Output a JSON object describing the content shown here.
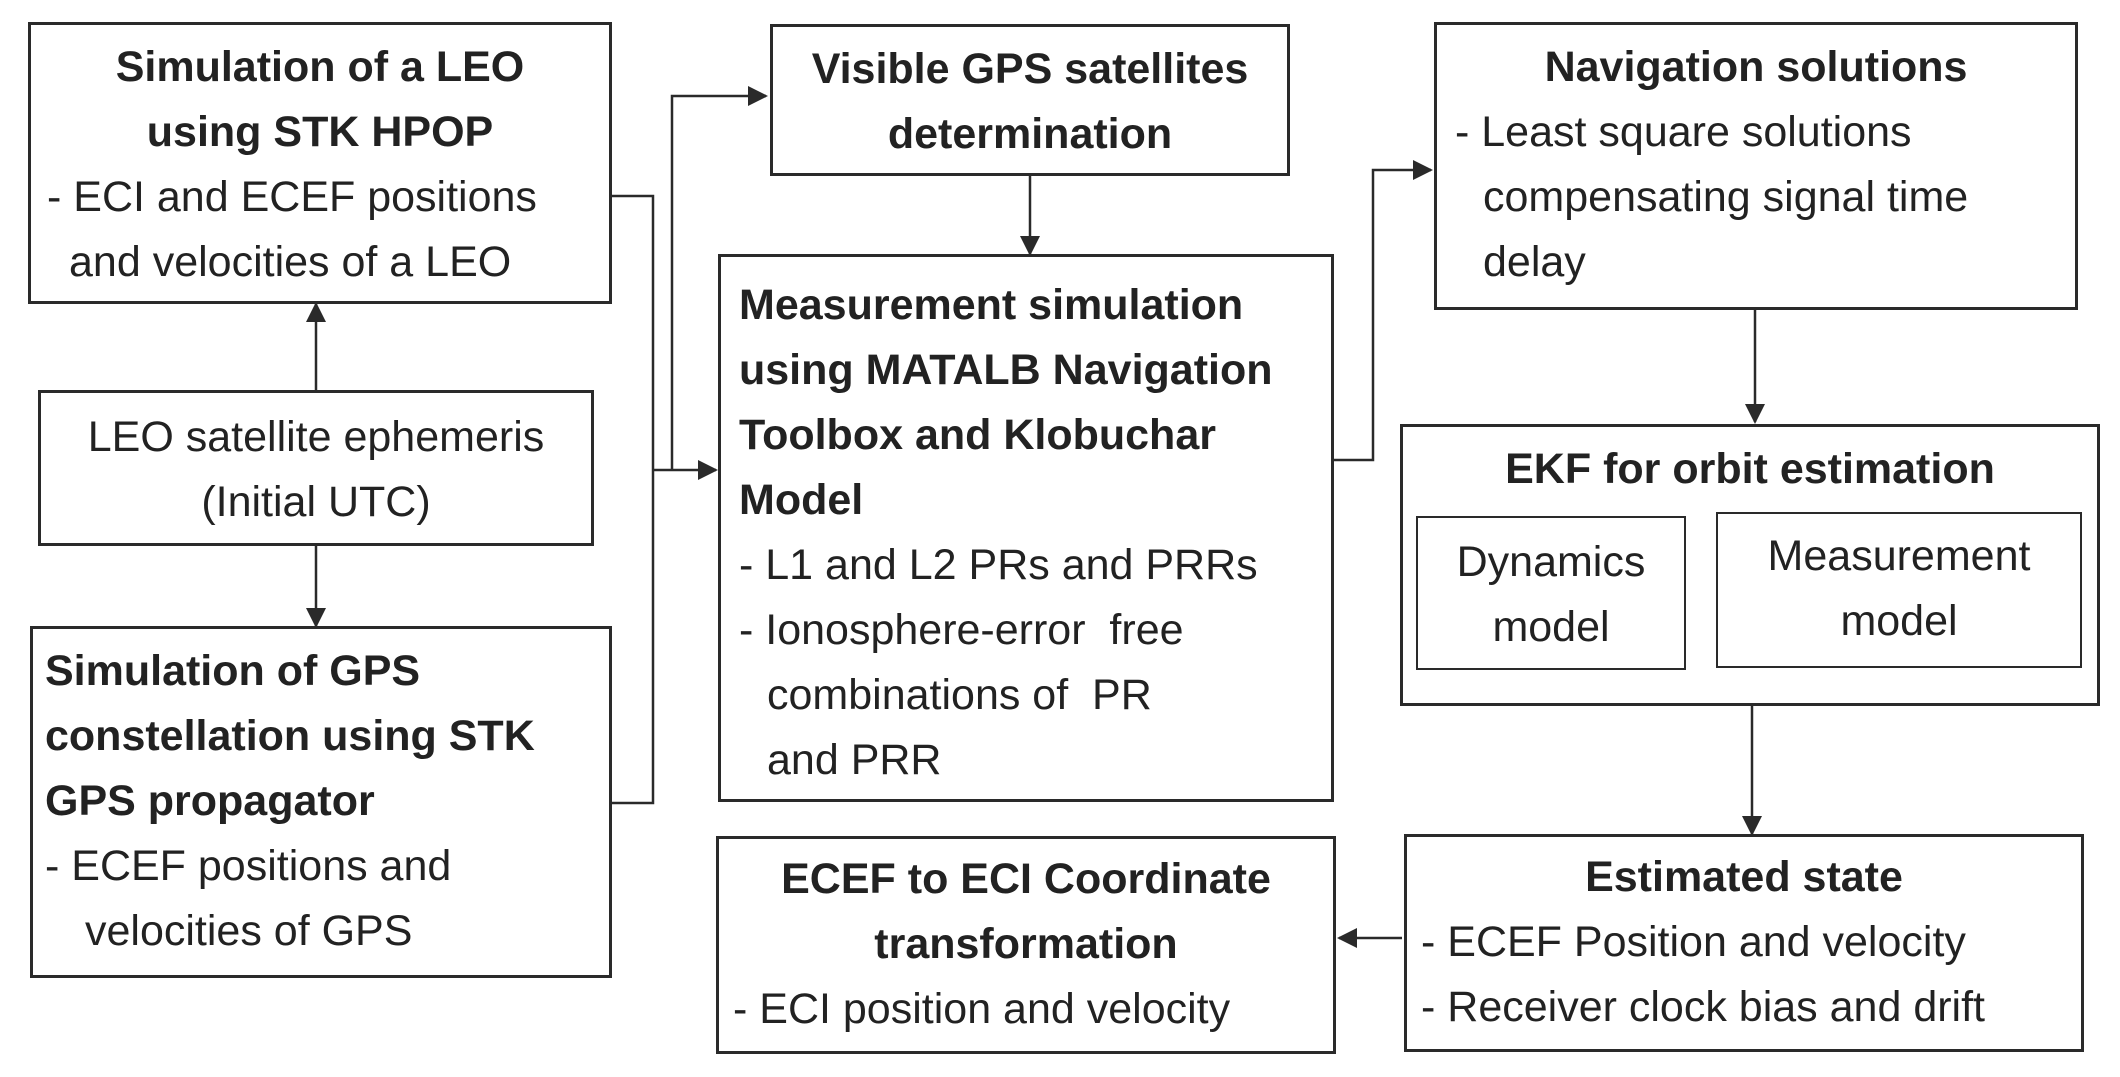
{
  "boxes": {
    "leo_sim": {
      "title1": "Simulation of a LEO",
      "title2": "using STK HPOP",
      "desc1": "- ECI and ECEF positions",
      "desc2": "and velocities of a LEO"
    },
    "ephemeris": {
      "line1": "LEO satellite ephemeris",
      "line2": "(Initial UTC)"
    },
    "gps_sim": {
      "title1": "Simulation of GPS",
      "title2": "constellation using STK",
      "title3": "GPS propagator",
      "desc1": "- ECEF positions and",
      "desc2": "velocities of GPS"
    },
    "visible_gps": {
      "line1": "Visible GPS satellites",
      "line2": "determination"
    },
    "measurement": {
      "title1": "Measurement simulation",
      "title2": "using MATALB Navigation",
      "title3": "Toolbox and Klobuchar",
      "title4": "Model",
      "item1": "- L1 and L2 PRs and PRRs",
      "item2a": "- Ionosphere-error  free",
      "item2b": "combinations of  PR",
      "item2c": "and PRR"
    },
    "nav_solutions": {
      "title": "Navigation solutions",
      "desc1": "- Least square solutions",
      "desc2": "compensating signal time",
      "desc3": "delay"
    },
    "ekf": {
      "title": "EKF for orbit estimation",
      "dynamics1": "Dynamics",
      "dynamics2": "model",
      "measurement1": "Measurement",
      "measurement2": "model"
    },
    "estimated": {
      "title": "Estimated state",
      "desc1": "- ECEF Position and velocity",
      "desc2": "- Receiver clock bias and drift"
    },
    "ecef_eci": {
      "title1": "ECEF to ECI Coordinate",
      "title2": "transformation",
      "desc1": "- ECI position and velocity"
    }
  },
  "colors": {
    "line": "#2a2a2a",
    "text": "#222222",
    "background": "#ffffff"
  }
}
